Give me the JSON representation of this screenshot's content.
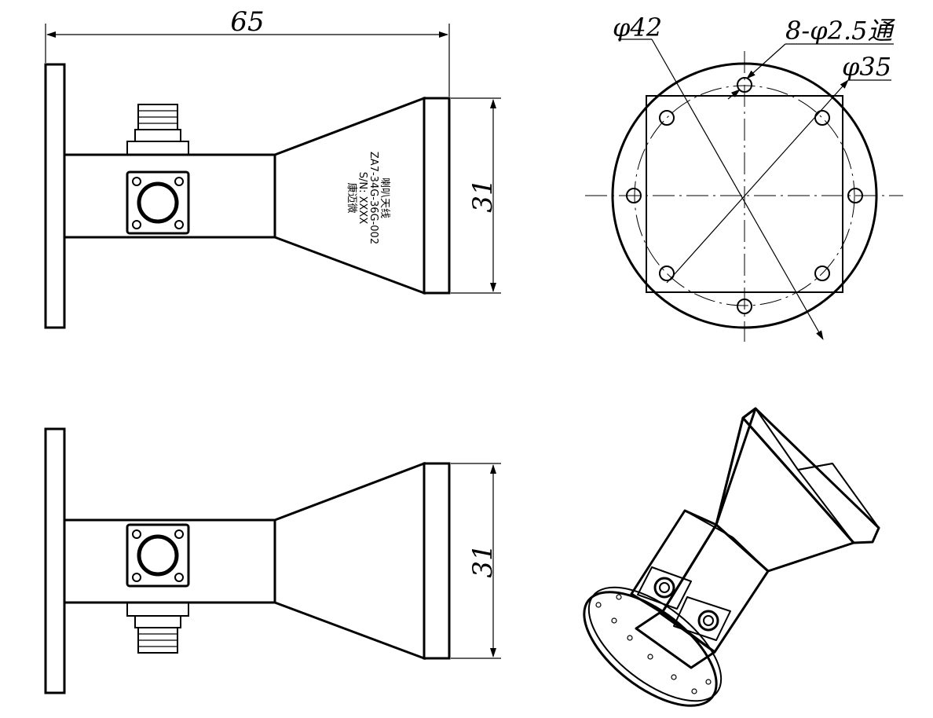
{
  "dimensions": {
    "overall_length": "65",
    "aperture_top_view": "31",
    "aperture_bottom_view": "31",
    "flange_diameter": "φ42",
    "holes": "8-φ2.5通",
    "bolt_circle": "φ35"
  },
  "label": {
    "name": "喇叭天线",
    "model": "ZA7-34G-36G-002",
    "serial": "S/N: XXXX",
    "maker": "康迈微"
  }
}
